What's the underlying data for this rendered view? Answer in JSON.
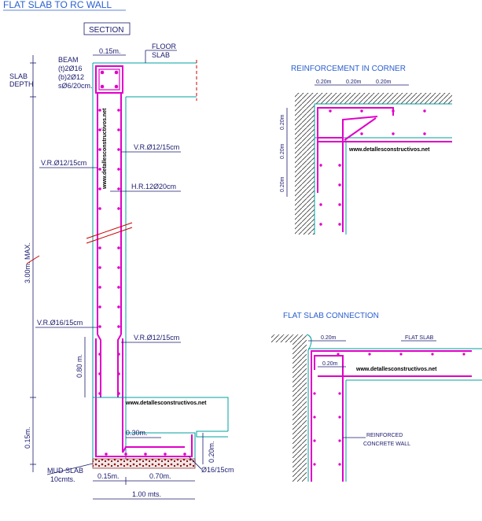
{
  "title": "FLAT SLAB TO RC WALL",
  "section_label": "SECTION",
  "left_detail": {
    "beam_lines": [
      "BEAM",
      "(t)2Ø16",
      "(b)2Ø12",
      "sØ6/20cm."
    ],
    "slab_depth": [
      "SLAB",
      "DEPTH"
    ],
    "floor_slab": [
      "FLOOR",
      "SLAB"
    ],
    "dim_top": "0.15m.",
    "vr_012_top": "V.R.Ø12/15cm",
    "vr_012_left": "V.R.Ø12/15cm",
    "hr": "H.R.12Ø20cm",
    "height_max": "3.00m. MAX.",
    "vr_016": "V.R.Ø16/15cm",
    "vr_012_low": "V.R.Ø12/15cm",
    "dim_080": "0.80 m.",
    "dim_side": "0.15m.",
    "dim_030": "0.30m.",
    "dim_020": "0.20m.",
    "mud_slab": [
      "MUD SLAB",
      "10cmts."
    ],
    "bar_016": "Ø16/15cm",
    "dim_bottom_a": "0.15m.",
    "dim_bottom_b": "0.70m.",
    "dim_total": "1.00 mts.",
    "watermark": "www.detallesconstructivos.net"
  },
  "corner_detail": {
    "title": "REINFORCEMENT IN CORNER",
    "dims_top": [
      "0.20m",
      "0.20m",
      "0.20m"
    ],
    "dims_side": [
      "0.20m",
      "0.20m",
      "0.20m"
    ],
    "watermark": "www.detallesconstructivos.net"
  },
  "flat_slab_detail": {
    "title": "FLAT SLAB CONNECTION",
    "dim_a": "0.20m",
    "dim_b": "0.20m",
    "flat_slab": "FLAT SLAB",
    "wall_label": [
      "REINFORCED",
      "CONCRETE WALL"
    ],
    "watermark": "www.detallesconstructivos.net"
  },
  "colors": {
    "rebar": "#e000c8",
    "dimension": "#1a1a6e",
    "teal": "#00a0a0",
    "title_blue": "#2a5fd0",
    "hatch": "#3a3a3a"
  }
}
